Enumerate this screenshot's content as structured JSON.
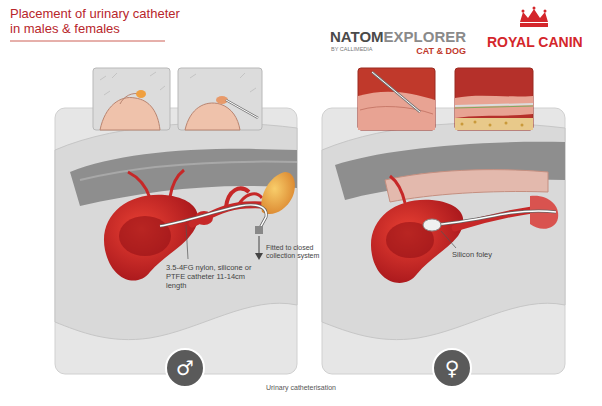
{
  "diagram": {
    "title": "Placement of urinary catheter in males & females",
    "caption": "Urinary catheterisation",
    "nodes": [
      {
        "text": [
          "♂"
        ]
      },
      {
        "text": [
          "♀"
        ]
      }
    ],
    "labels": [
      "NATOM",
      "EXPLORER",
      "BY CALLIMEDIA",
      "CAT & DOG",
      "ROYAL CANIN",
      "3.5-4FG nylon, silicone or PTFE catheter 11-14cm length",
      "Fitted to closed collection system",
      "Silicon foley"
    ]
  }
}
